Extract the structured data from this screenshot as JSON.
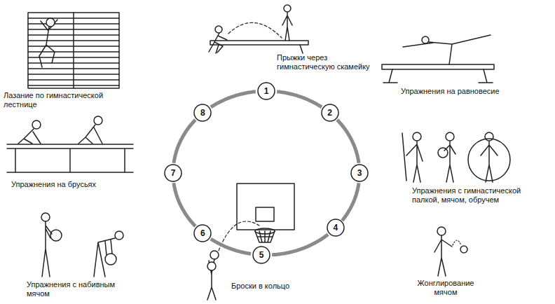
{
  "diagram": {
    "nodes": [
      {
        "text": [
          "1"
        ]
      },
      {
        "text": [
          "2"
        ]
      },
      {
        "text": [
          "3"
        ]
      },
      {
        "text": [
          "4"
        ]
      },
      {
        "text": [
          "5"
        ]
      },
      {
        "text": [
          "6"
        ]
      },
      {
        "text": [
          "7"
        ]
      },
      {
        "text": [
          "8"
        ]
      }
    ],
    "edges": [
      {
        "from": 0,
        "to": 1,
        "arrow": "none"
      },
      {
        "from": 1,
        "to": 2,
        "arrow": "none"
      },
      {
        "from": 2,
        "to": 3,
        "arrow": "none"
      },
      {
        "from": 3,
        "to": 4,
        "arrow": "none"
      },
      {
        "from": 4,
        "to": 5,
        "arrow": "none"
      },
      {
        "from": 5,
        "to": 6,
        "arrow": "none"
      },
      {
        "from": 6,
        "to": 7,
        "arrow": "none"
      },
      {
        "from": 7,
        "to": 0,
        "arrow": "none"
      }
    ],
    "labels": [
      "Прыжки через гимнастическую скамейку",
      "Упражнения на равновесие",
      "Упражнения с гимнастической палкой, мячом, обручем",
      "Жонглирование мячом",
      "Броски в кольцо",
      "Упражнения с набивным мячом",
      "Упражнения на брусьях",
      "Лазание по гимнастической лестнице"
    ]
  }
}
